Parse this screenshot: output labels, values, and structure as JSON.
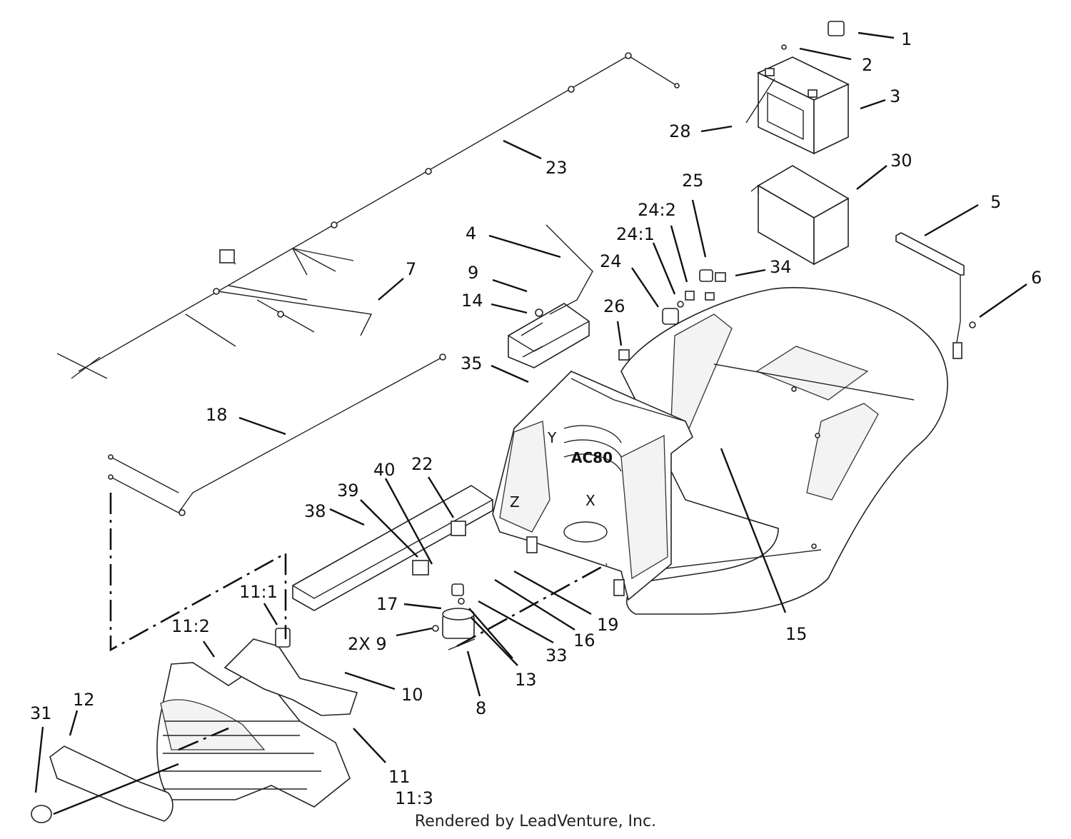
{
  "footer": "Rendered by LeadVenture, Inc.",
  "labels": {
    "p1": "1",
    "p2": "2",
    "p3": "3",
    "p4": "4",
    "p5": "5",
    "p6": "6",
    "p7": "7",
    "p8": "8",
    "p9": "9",
    "p10": "10",
    "p11": "11",
    "p11_1": "11:1",
    "p11_2": "11:2",
    "p11_3": "11:3",
    "p12": "12",
    "p13": "13",
    "p14": "14",
    "p15": "15",
    "p16": "16",
    "p17": "17",
    "p18": "18",
    "p19": "19",
    "p22": "22",
    "p23": "23",
    "p24": "24",
    "p24_1": "24:1",
    "p24_2": "24:2",
    "p25": "25",
    "p26": "26",
    "p28": "28",
    "p2x9": "2X 9",
    "p30": "30",
    "p31": "31",
    "p33": "33",
    "p34": "34",
    "p35": "35",
    "p38": "38",
    "p39": "39",
    "p40": "40"
  },
  "marks": {
    "x": "X",
    "y": "Y",
    "z": "Z",
    "overlap": "AC80"
  }
}
